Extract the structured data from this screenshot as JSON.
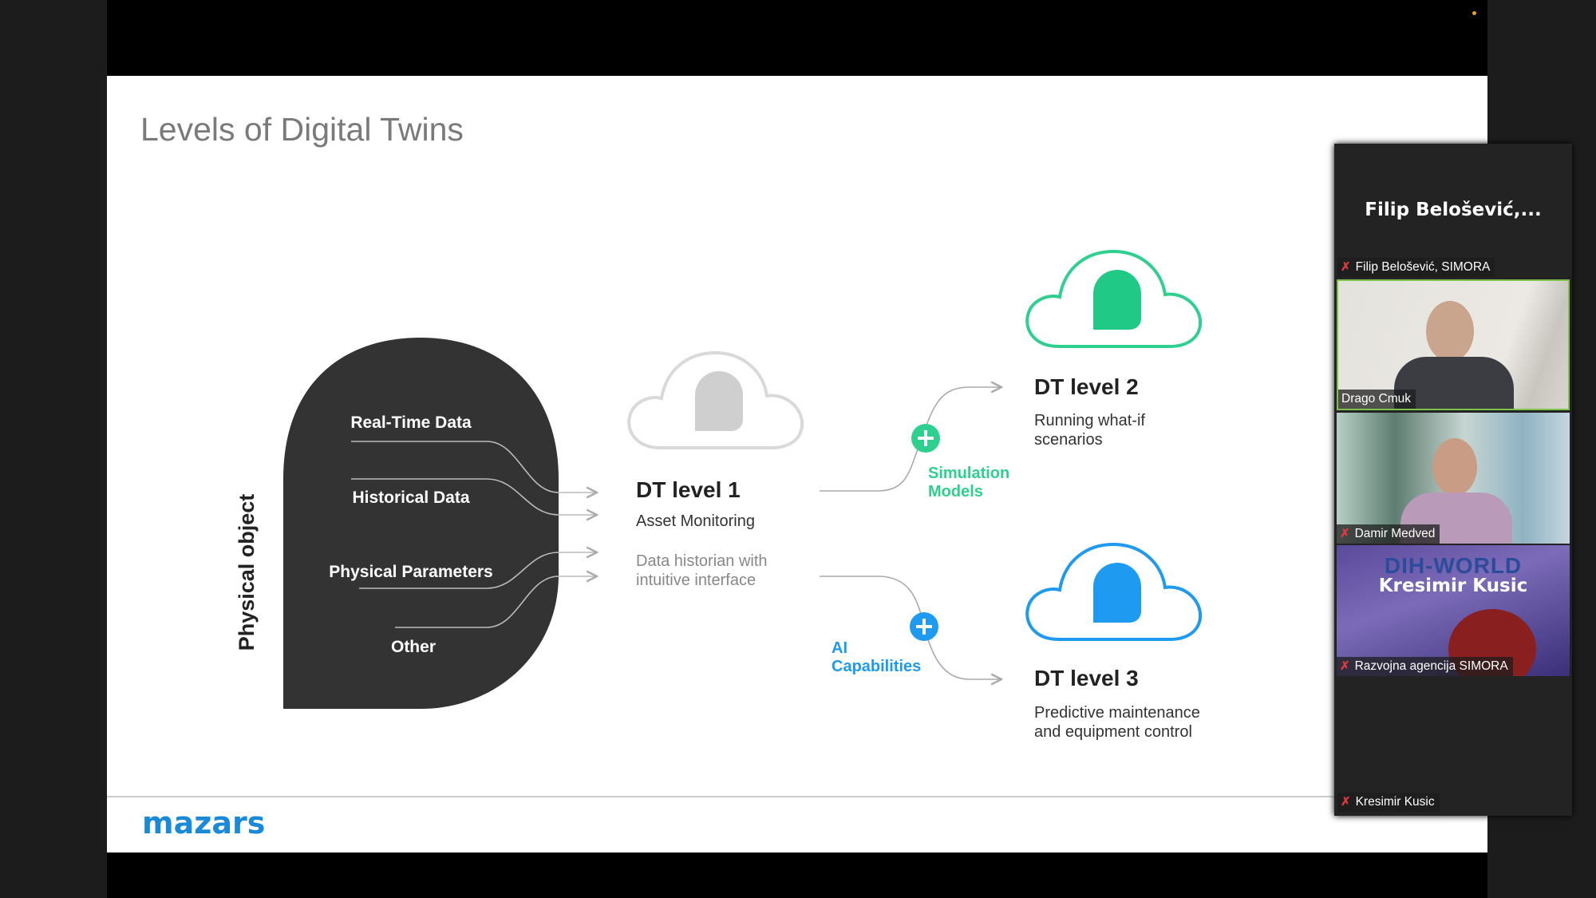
{
  "slide": {
    "title": "Levels of Digital Twins",
    "physical_object_label": "Physical object",
    "inputs": [
      "Real-Time Data",
      "Historical Data",
      "Physical Parameters",
      "Other"
    ],
    "dt1": {
      "title": "DT level 1",
      "subtitle": "Asset Monitoring",
      "desc_line1": "Data historian with",
      "desc_line2": "intuitive interface"
    },
    "dt2": {
      "title": "DT level 2",
      "desc_line1": "Running what-if",
      "desc_line2": "scenarios"
    },
    "dt3": {
      "title": "DT level 3",
      "desc_line1": "Predictive maintenance",
      "desc_line2": "and equipment control"
    },
    "simulation": {
      "line1": "Simulation",
      "line2": "Models"
    },
    "ai": {
      "line1": "AI",
      "line2": "Capabilities"
    },
    "logo": "mazars",
    "colors": {
      "green": "#2fd08f",
      "blue": "#1e9af0",
      "logo_dark": "#1a1a8c",
      "logo_light": "#1a8ad8"
    }
  },
  "participants_panel": {
    "top_name": "Filip  Belošević,...",
    "top_label": "Filip Belošević, SIMORA",
    "tiles": [
      {
        "name": "Drago Cmuk",
        "muted": false
      },
      {
        "name": "Damir Medved",
        "muted": true
      },
      {
        "name": "Razvojna agencija SIMORA",
        "muted": true,
        "background_text": "DIH-WORLD"
      }
    ],
    "bottom_name": "Kresimir Kusic",
    "bottom_label": "Kresimir Kusic",
    "muted_icon": "mic-muted-icon"
  }
}
